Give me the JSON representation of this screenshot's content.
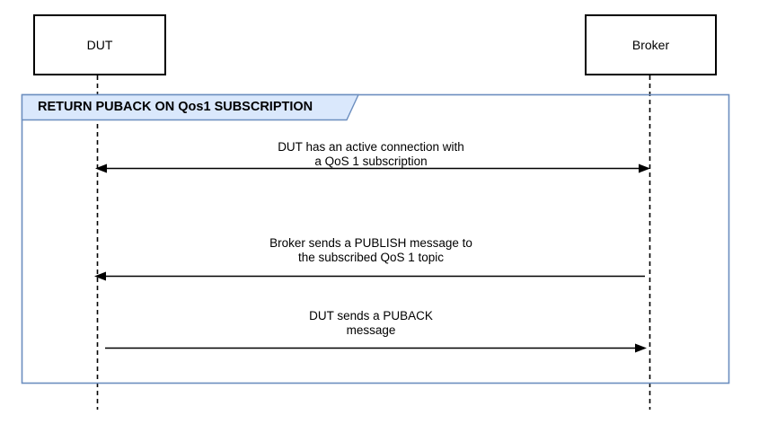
{
  "diagram": {
    "type": "sequence-diagram",
    "actors": [
      {
        "name": "DUT"
      },
      {
        "name": "Broker"
      }
    ],
    "frame": {
      "title": "RETURN PUBACK ON Qos1 SUBSCRIPTION"
    },
    "messages": [
      {
        "line1": "DUT has an active connection with",
        "line2": "a QoS 1 subscription",
        "from": "DUT",
        "to": "Broker",
        "direction": "bidirectional"
      },
      {
        "line1": "Broker sends a PUBLISH message to",
        "line2": "the subscribed QoS 1 topic",
        "from": "Broker",
        "to": "DUT",
        "direction": "to-dut"
      },
      {
        "line1": "DUT sends a PUBACK",
        "line2": "message",
        "from": "DUT",
        "to": "Broker",
        "direction": "to-broker"
      }
    ],
    "colors": {
      "frame_border": "#6c8ebf",
      "frame_tab_fill": "#dae8fc",
      "line": "#000000",
      "actor_border": "#000000",
      "background": "#ffffff"
    }
  }
}
